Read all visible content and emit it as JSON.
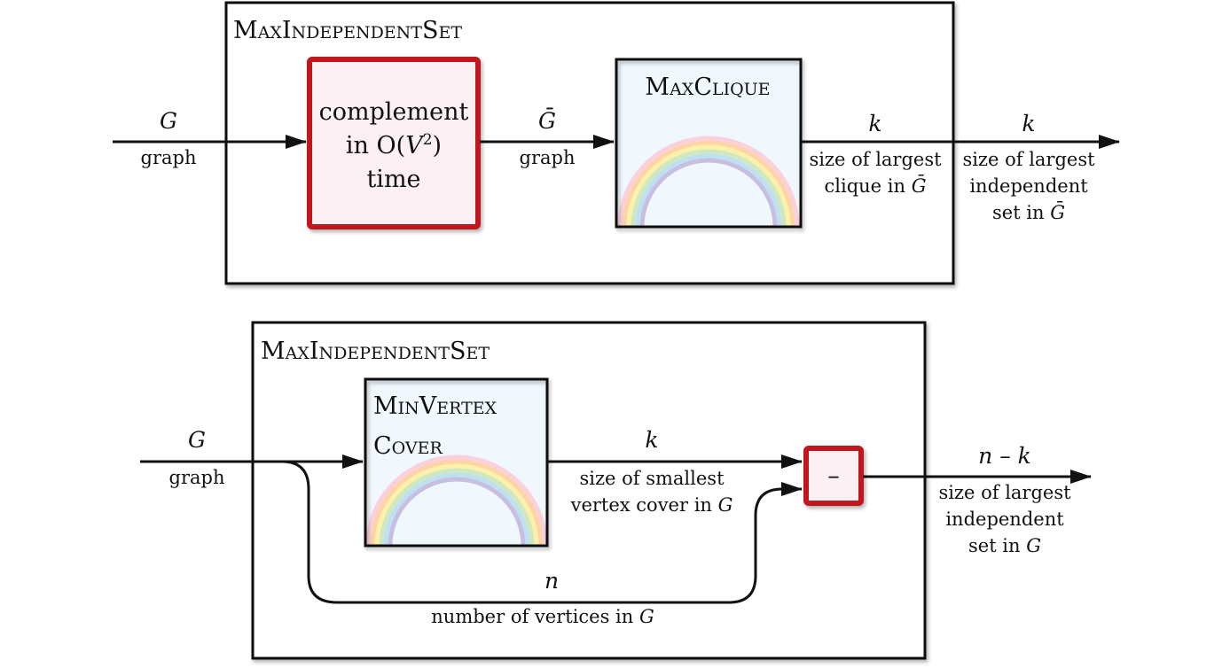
{
  "colors": {
    "red": "#c0121c",
    "pink_fill": "#fcf0f4",
    "blue_fill": "#f0f7fd",
    "stroke": "#111111"
  },
  "top": {
    "title": "MaxIndependentSet",
    "complement_box": {
      "line1": "complement",
      "line2_a": "in O(",
      "line2_var": "V",
      "line2_sup": "2",
      "line2_b": ")",
      "line3": "time"
    },
    "max_clique_title": "MaxClique",
    "input": {
      "var": "G",
      "label": "graph"
    },
    "mid": {
      "var": "Ḡ",
      "label": "graph"
    },
    "clique_out": {
      "var": "k",
      "line1": "size of largest",
      "line2": "clique in ",
      "line2_var": "Ḡ"
    },
    "final_out": {
      "var": "k",
      "line1": "size of largest",
      "line2": "independent",
      "line3": "set in ",
      "line3_var": "Ḡ"
    }
  },
  "bottom": {
    "title": "MaxIndependentSet",
    "min_vertex_cover_title_1": "MinVertex",
    "min_vertex_cover_title_2": "Cover",
    "minus_label": "–",
    "input": {
      "var": "G",
      "label": "graph"
    },
    "cover_out": {
      "var": "k",
      "line1": "size of smallest",
      "line2": "vertex cover in ",
      "line2_var": "G"
    },
    "n_path": {
      "var": "n",
      "label": "number of vertices in ",
      "label_var": "G"
    },
    "final_out": {
      "var": "n – k",
      "line1": "size of largest",
      "line2": "independent",
      "line3": "set in ",
      "line3_var": "G"
    }
  }
}
